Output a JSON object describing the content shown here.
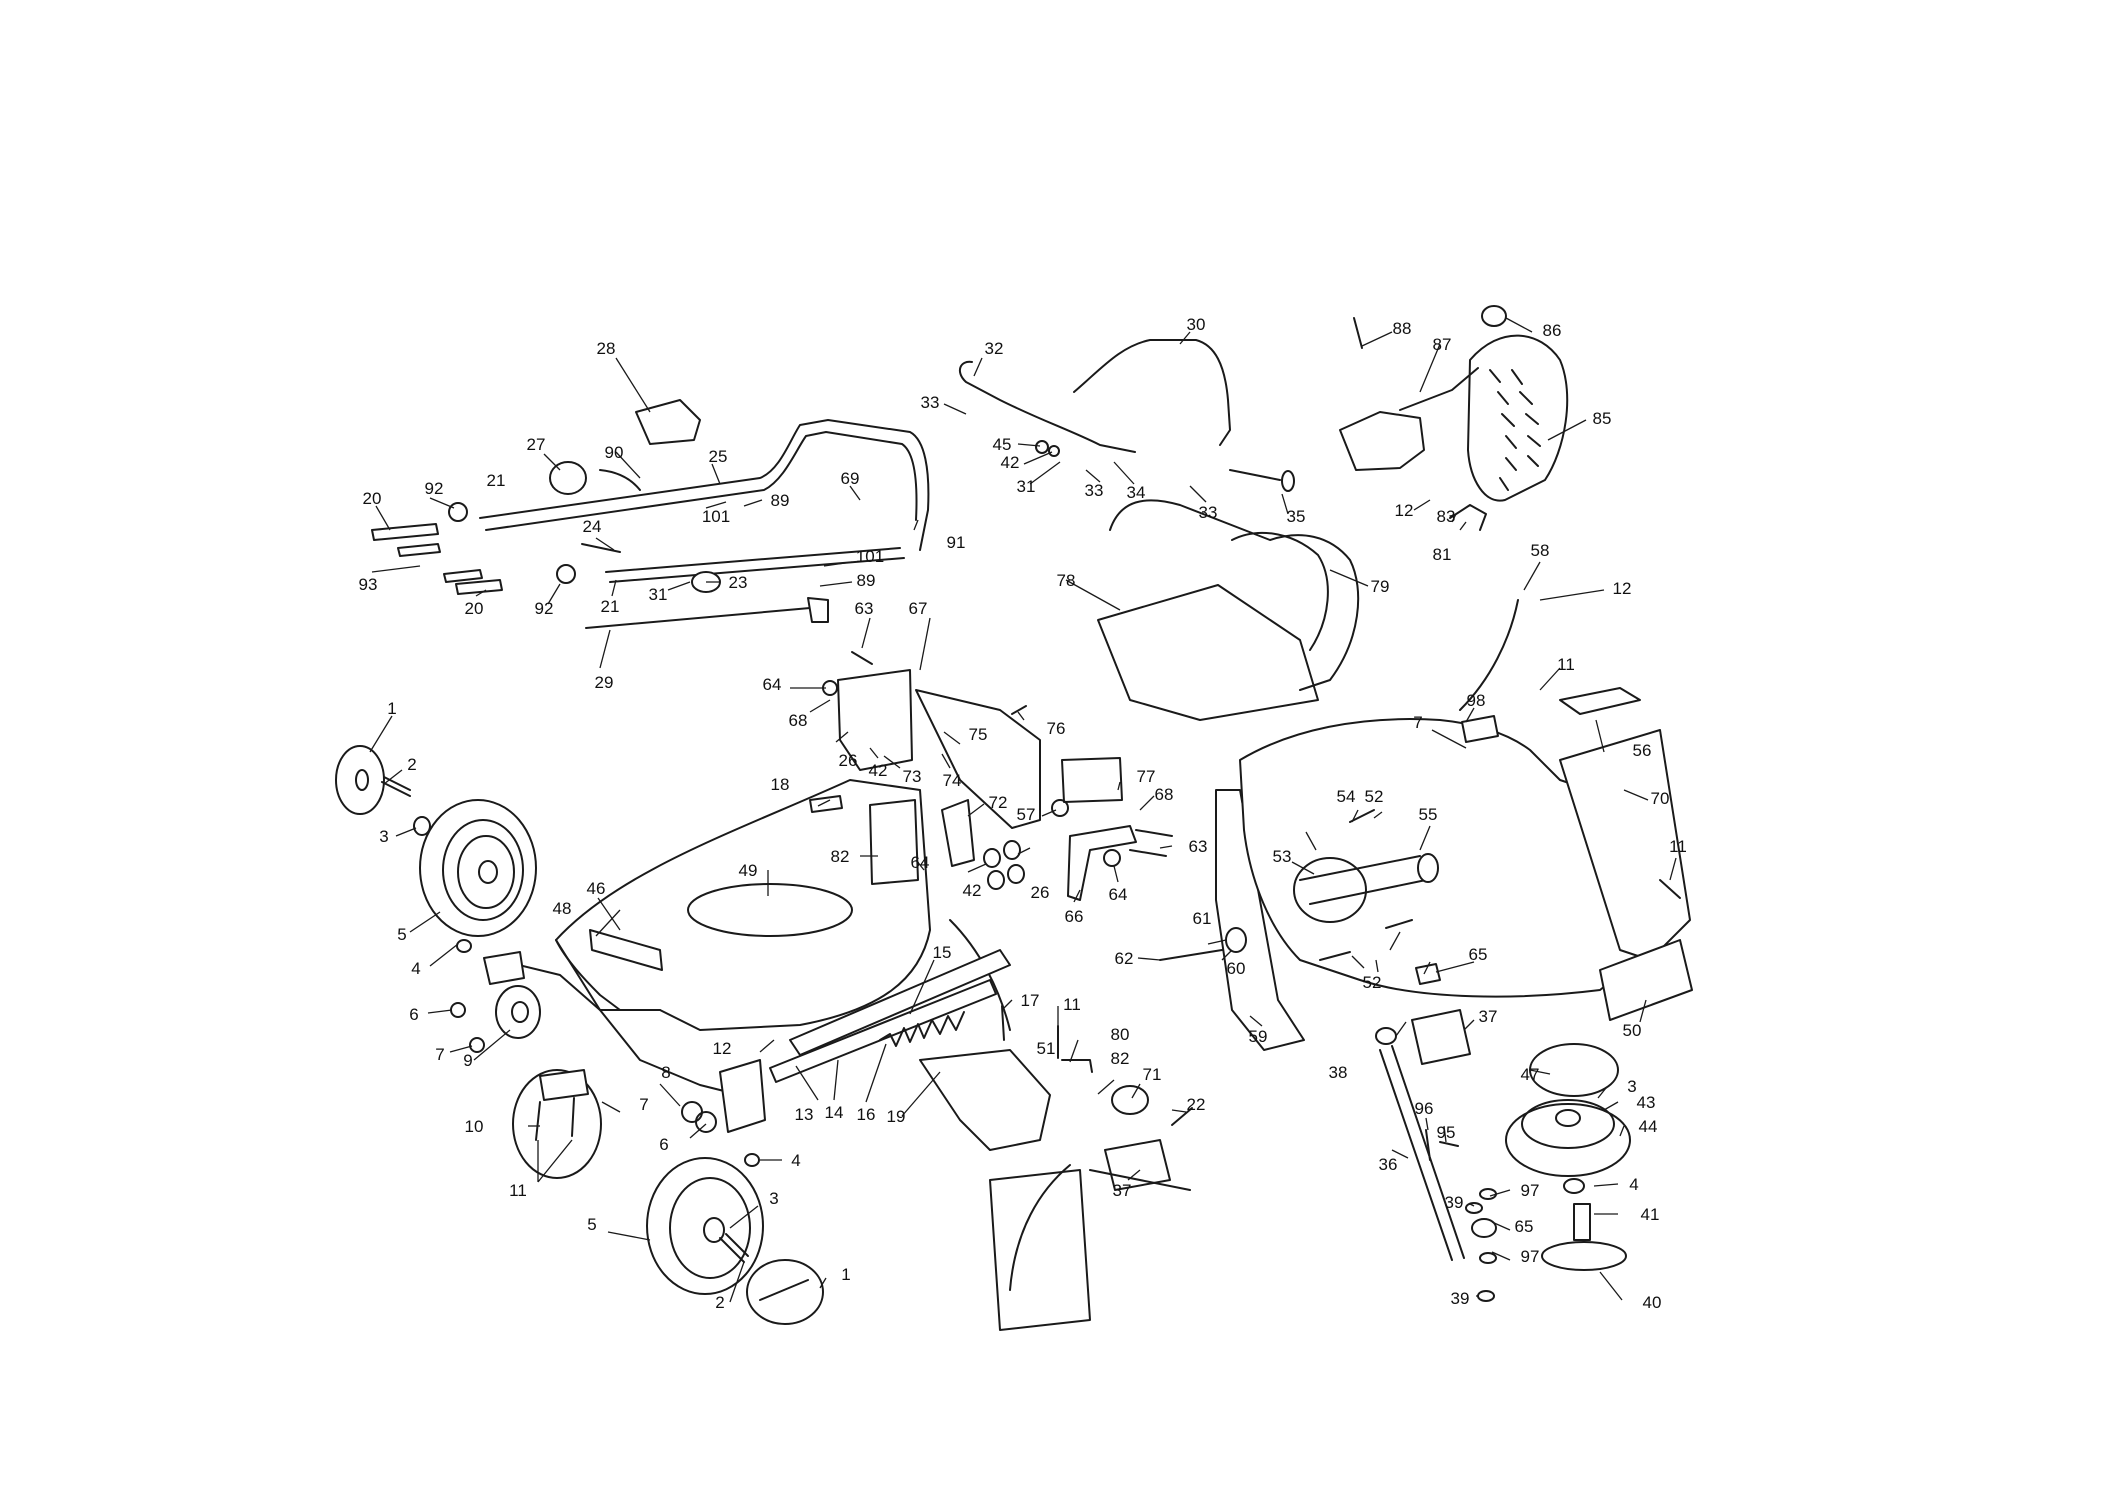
{
  "diagram": {
    "callouts": [
      {
        "id": "c1a",
        "label": "1"
      },
      {
        "id": "c1b",
        "label": "1"
      },
      {
        "id": "c2a",
        "label": "2"
      },
      {
        "id": "c2b",
        "label": "2"
      },
      {
        "id": "c3a",
        "label": "3"
      },
      {
        "id": "c3b",
        "label": "3"
      },
      {
        "id": "c3c",
        "label": "3"
      },
      {
        "id": "c4a",
        "label": "4"
      },
      {
        "id": "c4b",
        "label": "4"
      },
      {
        "id": "c4c",
        "label": "4"
      },
      {
        "id": "c5a",
        "label": "5"
      },
      {
        "id": "c5b",
        "label": "5"
      },
      {
        "id": "c6a",
        "label": "6"
      },
      {
        "id": "c6b",
        "label": "6"
      },
      {
        "id": "c7a",
        "label": "7"
      },
      {
        "id": "c7b",
        "label": "7"
      },
      {
        "id": "c7c",
        "label": "7"
      },
      {
        "id": "c8",
        "label": "8"
      },
      {
        "id": "c9",
        "label": "9"
      },
      {
        "id": "c10",
        "label": "10"
      },
      {
        "id": "c11a",
        "label": "11"
      },
      {
        "id": "c11b",
        "label": "11"
      },
      {
        "id": "c11c",
        "label": "11"
      },
      {
        "id": "c11d",
        "label": "11"
      },
      {
        "id": "c12a",
        "label": "12"
      },
      {
        "id": "c12b",
        "label": "12"
      },
      {
        "id": "c12c",
        "label": "12"
      },
      {
        "id": "c13",
        "label": "13"
      },
      {
        "id": "c14",
        "label": "14"
      },
      {
        "id": "c15",
        "label": "15"
      },
      {
        "id": "c16",
        "label": "16"
      },
      {
        "id": "c17",
        "label": "17"
      },
      {
        "id": "c18",
        "label": "18"
      },
      {
        "id": "c19",
        "label": "19"
      },
      {
        "id": "c20a",
        "label": "20"
      },
      {
        "id": "c20b",
        "label": "20"
      },
      {
        "id": "c21a",
        "label": "21"
      },
      {
        "id": "c21b",
        "label": "21"
      },
      {
        "id": "c22",
        "label": "22"
      },
      {
        "id": "c23",
        "label": "23"
      },
      {
        "id": "c24",
        "label": "24"
      },
      {
        "id": "c25",
        "label": "25"
      },
      {
        "id": "c26a",
        "label": "26"
      },
      {
        "id": "c26b",
        "label": "26"
      },
      {
        "id": "c27",
        "label": "27"
      },
      {
        "id": "c28",
        "label": "28"
      },
      {
        "id": "c29",
        "label": "29"
      },
      {
        "id": "c30",
        "label": "30"
      },
      {
        "id": "c31a",
        "label": "31"
      },
      {
        "id": "c31b",
        "label": "31"
      },
      {
        "id": "c32",
        "label": "32"
      },
      {
        "id": "c33a",
        "label": "33"
      },
      {
        "id": "c33b",
        "label": "33"
      },
      {
        "id": "c33c",
        "label": "33"
      },
      {
        "id": "c34",
        "label": "34"
      },
      {
        "id": "c35",
        "label": "35"
      },
      {
        "id": "c36",
        "label": "36"
      },
      {
        "id": "c37a",
        "label": "37"
      },
      {
        "id": "c37b",
        "label": "37"
      },
      {
        "id": "c38",
        "label": "38"
      },
      {
        "id": "c39a",
        "label": "39"
      },
      {
        "id": "c39b",
        "label": "39"
      },
      {
        "id": "c40",
        "label": "40"
      },
      {
        "id": "c41",
        "label": "41"
      },
      {
        "id": "c42a",
        "label": "42"
      },
      {
        "id": "c42b",
        "label": "42"
      },
      {
        "id": "c42c",
        "label": "42"
      },
      {
        "id": "c43",
        "label": "43"
      },
      {
        "id": "c44",
        "label": "44"
      },
      {
        "id": "c45",
        "label": "45"
      },
      {
        "id": "c46",
        "label": "46"
      },
      {
        "id": "c47",
        "label": "47"
      },
      {
        "id": "c48",
        "label": "48"
      },
      {
        "id": "c49",
        "label": "49"
      },
      {
        "id": "c50",
        "label": "50"
      },
      {
        "id": "c51",
        "label": "51"
      },
      {
        "id": "c52a",
        "label": "52"
      },
      {
        "id": "c52b",
        "label": "52"
      },
      {
        "id": "c53",
        "label": "53"
      },
      {
        "id": "c54",
        "label": "54"
      },
      {
        "id": "c55",
        "label": "55"
      },
      {
        "id": "c56",
        "label": "56"
      },
      {
        "id": "c57",
        "label": "57"
      },
      {
        "id": "c58",
        "label": "58"
      },
      {
        "id": "c59",
        "label": "59"
      },
      {
        "id": "c60",
        "label": "60"
      },
      {
        "id": "c61",
        "label": "61"
      },
      {
        "id": "c62",
        "label": "62"
      },
      {
        "id": "c63a",
        "label": "63"
      },
      {
        "id": "c63b",
        "label": "63"
      },
      {
        "id": "c64a",
        "label": "64"
      },
      {
        "id": "c64b",
        "label": "64"
      },
      {
        "id": "c64c",
        "label": "64"
      },
      {
        "id": "c65a",
        "label": "65"
      },
      {
        "id": "c65b",
        "label": "65"
      },
      {
        "id": "c66",
        "label": "66"
      },
      {
        "id": "c67",
        "label": "67"
      },
      {
        "id": "c68a",
        "label": "68"
      },
      {
        "id": "c68b",
        "label": "68"
      },
      {
        "id": "c69",
        "label": "69"
      },
      {
        "id": "c70",
        "label": "70"
      },
      {
        "id": "c71",
        "label": "71"
      },
      {
        "id": "c72",
        "label": "72"
      },
      {
        "id": "c73",
        "label": "73"
      },
      {
        "id": "c74",
        "label": "74"
      },
      {
        "id": "c75",
        "label": "75"
      },
      {
        "id": "c76",
        "label": "76"
      },
      {
        "id": "c77",
        "label": "77"
      },
      {
        "id": "c78",
        "label": "78"
      },
      {
        "id": "c79",
        "label": "79"
      },
      {
        "id": "c80",
        "label": "80"
      },
      {
        "id": "c81",
        "label": "81"
      },
      {
        "id": "c82a",
        "label": "82"
      },
      {
        "id": "c82b",
        "label": "82"
      },
      {
        "id": "c83",
        "label": "83"
      },
      {
        "id": "c85",
        "label": "85"
      },
      {
        "id": "c86",
        "label": "86"
      },
      {
        "id": "c87",
        "label": "87"
      },
      {
        "id": "c88",
        "label": "88"
      },
      {
        "id": "c89a",
        "label": "89"
      },
      {
        "id": "c89b",
        "label": "89"
      },
      {
        "id": "c90",
        "label": "90"
      },
      {
        "id": "c91",
        "label": "91"
      },
      {
        "id": "c92a",
        "label": "92"
      },
      {
        "id": "c92b",
        "label": "92"
      },
      {
        "id": "c93",
        "label": "93"
      },
      {
        "id": "c95",
        "label": "95"
      },
      {
        "id": "c96",
        "label": "96"
      },
      {
        "id": "c97a",
        "label": "97"
      },
      {
        "id": "c97b",
        "label": "97"
      },
      {
        "id": "c98",
        "label": "98"
      },
      {
        "id": "c101a",
        "label": "101"
      },
      {
        "id": "c101b",
        "label": "101"
      }
    ]
  }
}
